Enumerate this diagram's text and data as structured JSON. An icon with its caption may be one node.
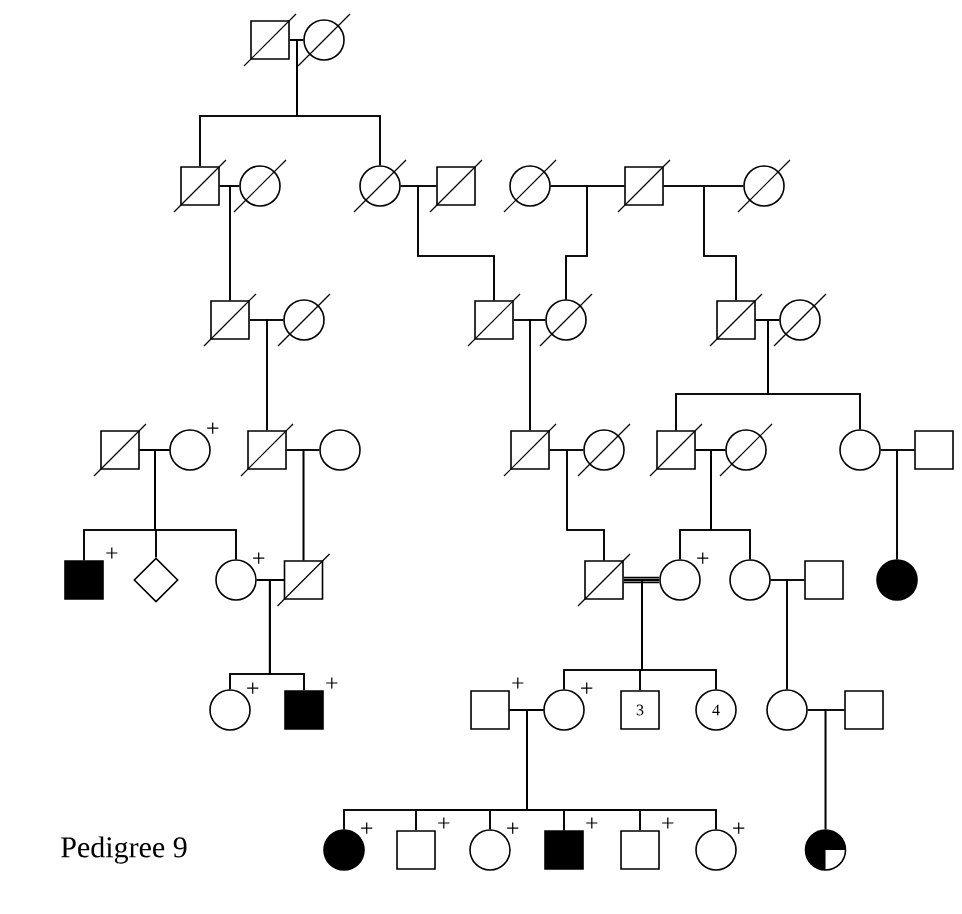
{
  "diagram": {
    "nodes": [
      {
        "text": [],
        "shape": "box"
      },
      {
        "text": [],
        "shape": "circle"
      },
      {
        "text": [],
        "shape": "box"
      },
      {
        "text": [],
        "shape": "circle"
      },
      {
        "text": [],
        "shape": "circle"
      },
      {
        "text": [],
        "shape": "box"
      },
      {
        "text": [],
        "shape": "circle"
      },
      {
        "text": [],
        "shape": "box"
      },
      {
        "text": [],
        "shape": "circle"
      },
      {
        "text": [],
        "shape": "box"
      },
      {
        "text": [],
        "shape": "circle"
      },
      {
        "text": [],
        "shape": "box"
      },
      {
        "text": [],
        "shape": "circle"
      },
      {
        "text": [],
        "shape": "box"
      },
      {
        "text": [],
        "shape": "circle"
      },
      {
        "text": [],
        "shape": "box"
      },
      {
        "text": [],
        "shape": "circle",
        "beside": [
          "+"
        ]
      },
      {
        "text": [],
        "shape": "box"
      },
      {
        "text": [],
        "shape": "circle"
      },
      {
        "text": [],
        "shape": "box"
      },
      {
        "text": [],
        "shape": "circle"
      },
      {
        "text": [],
        "shape": "box"
      },
      {
        "text": [],
        "shape": "circle"
      },
      {
        "text": [],
        "shape": "circle"
      },
      {
        "text": [],
        "shape": "box"
      },
      {
        "text": [],
        "shape": "box",
        "beside": [
          "+"
        ]
      },
      {
        "text": [],
        "shape": "diamond"
      },
      {
        "text": [],
        "shape": "circle",
        "beside": [
          "+"
        ]
      },
      {
        "text": [],
        "shape": "box"
      },
      {
        "text": [],
        "shape": "box"
      },
      {
        "text": [],
        "shape": "circle",
        "beside": [
          "+"
        ]
      },
      {
        "text": [],
        "shape": "circle"
      },
      {
        "text": [],
        "shape": "box"
      },
      {
        "text": [],
        "shape": "circle"
      },
      {
        "text": [],
        "shape": "circle",
        "beside": [
          "+"
        ]
      },
      {
        "text": [],
        "shape": "box",
        "beside": [
          "+"
        ]
      },
      {
        "text": [],
        "shape": "box",
        "beside": [
          "+"
        ]
      },
      {
        "text": [],
        "shape": "circle",
        "beside": [
          "+"
        ]
      },
      {
        "text": [
          "3"
        ]
      },
      {
        "text": [
          "4"
        ]
      },
      {
        "text": [],
        "shape": "circle"
      },
      {
        "text": [],
        "shape": "box"
      },
      {
        "text": [],
        "shape": "circle",
        "beside": [
          "+"
        ]
      },
      {
        "text": [],
        "shape": "box",
        "beside": [
          "+"
        ]
      },
      {
        "text": [],
        "shape": "circle",
        "beside": [
          "+"
        ]
      },
      {
        "text": [],
        "shape": "box",
        "beside": [
          "+"
        ]
      },
      {
        "text": [],
        "shape": "box",
        "beside": [
          "+"
        ]
      },
      {
        "text": [],
        "shape": "circle",
        "beside": [
          "+"
        ]
      },
      {
        "text": [],
        "shape": "circle"
      }
    ],
    "edges": [
      {
        "from": 0,
        "to": 1,
        "arrow": "none"
      },
      {
        "from": 2,
        "to": 3,
        "arrow": "none"
      },
      {
        "from": 4,
        "to": 5,
        "arrow": "none"
      },
      {
        "from": 6,
        "to": 7,
        "arrow": "none"
      },
      {
        "from": 7,
        "to": 8,
        "arrow": "none"
      },
      {
        "from": 9,
        "to": 10,
        "arrow": "none"
      },
      {
        "from": 11,
        "to": 12,
        "arrow": "none"
      },
      {
        "from": 13,
        "to": 14,
        "arrow": "none"
      },
      {
        "from": 15,
        "to": 16,
        "arrow": "none"
      },
      {
        "from": 17,
        "to": 18,
        "arrow": "none"
      },
      {
        "from": 19,
        "to": 20,
        "arrow": "none"
      },
      {
        "from": 21,
        "to": 22,
        "arrow": "none"
      },
      {
        "from": 23,
        "to": 24,
        "arrow": "none"
      },
      {
        "from": 27,
        "to": 28,
        "arrow": "none"
      },
      {
        "from": 29,
        "to": 30,
        "arrow": "none",
        "style": "thick"
      },
      {
        "from": 31,
        "to": 32,
        "arrow": "none"
      },
      {
        "from": 36,
        "to": 37,
        "arrow": "none"
      },
      {
        "from": 40,
        "to": 41,
        "arrow": "none"
      },
      {
        "from": 0,
        "to": 2,
        "arrow": "none"
      },
      {
        "from": 1,
        "to": 2,
        "arrow": "none"
      },
      {
        "from": 0,
        "to": 4,
        "arrow": "none"
      },
      {
        "from": 1,
        "to": 4,
        "arrow": "none"
      },
      {
        "from": 2,
        "to": 9,
        "arrow": "none"
      },
      {
        "from": 3,
        "to": 9,
        "arrow": "none"
      },
      {
        "from": 4,
        "to": 11,
        "arrow": "none"
      },
      {
        "from": 5,
        "to": 11,
        "arrow": "none"
      },
      {
        "from": 6,
        "to": 12,
        "arrow": "none"
      },
      {
        "from": 7,
        "to": 12,
        "arrow": "none"
      },
      {
        "from": 7,
        "to": 13,
        "arrow": "none"
      },
      {
        "from": 8,
        "to": 13,
        "arrow": "none"
      },
      {
        "from": 9,
        "to": 17,
        "arrow": "none"
      },
      {
        "from": 10,
        "to": 17,
        "arrow": "none"
      },
      {
        "from": 11,
        "to": 19,
        "arrow": "none"
      },
      {
        "from": 12,
        "to": 19,
        "arrow": "none"
      },
      {
        "from": 13,
        "to": 21,
        "arrow": "none"
      },
      {
        "from": 14,
        "to": 21,
        "arrow": "none"
      },
      {
        "from": 13,
        "to": 23,
        "arrow": "none"
      },
      {
        "from": 14,
        "to": 23,
        "arrow": "none"
      },
      {
        "from": 15,
        "to": 25,
        "arrow": "none"
      },
      {
        "from": 16,
        "to": 25,
        "arrow": "none"
      },
      {
        "from": 15,
        "to": 26,
        "arrow": "none"
      },
      {
        "from": 16,
        "to": 26,
        "arrow": "none"
      },
      {
        "from": 15,
        "to": 27,
        "arrow": "none"
      },
      {
        "from": 16,
        "to": 27,
        "arrow": "none"
      },
      {
        "from": 17,
        "to": 28,
        "arrow": "none"
      },
      {
        "from": 18,
        "to": 28,
        "arrow": "none"
      },
      {
        "from": 19,
        "to": 29,
        "arrow": "none"
      },
      {
        "from": 20,
        "to": 29,
        "arrow": "none"
      },
      {
        "from": 21,
        "to": 30,
        "arrow": "none"
      },
      {
        "from": 22,
        "to": 30,
        "arrow": "none"
      },
      {
        "from": 21,
        "to": 31,
        "arrow": "none"
      },
      {
        "from": 22,
        "to": 31,
        "arrow": "none"
      },
      {
        "from": 23,
        "to": 33,
        "arrow": "none"
      },
      {
        "from": 24,
        "to": 33,
        "arrow": "none"
      },
      {
        "from": 27,
        "to": 34,
        "arrow": "none"
      },
      {
        "from": 28,
        "to": 34,
        "arrow": "none"
      },
      {
        "from": 27,
        "to": 35,
        "arrow": "none"
      },
      {
        "from": 28,
        "to": 35,
        "arrow": "none"
      },
      {
        "from": 29,
        "to": 37,
        "arrow": "none"
      },
      {
        "from": 30,
        "to": 37,
        "arrow": "none"
      },
      {
        "from": 29,
        "to": 38,
        "arrow": "none"
      },
      {
        "from": 30,
        "to": 38,
        "arrow": "none"
      },
      {
        "from": 29,
        "to": 39,
        "arrow": "none"
      },
      {
        "from": 30,
        "to": 39,
        "arrow": "none"
      },
      {
        "from": 31,
        "to": 40,
        "arrow": "none"
      },
      {
        "from": 32,
        "to": 40,
        "arrow": "none"
      },
      {
        "from": 36,
        "to": 42,
        "arrow": "none"
      },
      {
        "from": 37,
        "to": 42,
        "arrow": "none"
      },
      {
        "from": 36,
        "to": 43,
        "arrow": "none"
      },
      {
        "from": 37,
        "to": 43,
        "arrow": "none"
      },
      {
        "from": 36,
        "to": 44,
        "arrow": "none"
      },
      {
        "from": 37,
        "to": 44,
        "arrow": "none"
      },
      {
        "from": 36,
        "to": 45,
        "arrow": "none"
      },
      {
        "from": 37,
        "to": 45,
        "arrow": "none"
      },
      {
        "from": 36,
        "to": 46,
        "arrow": "none"
      },
      {
        "from": 37,
        "to": 46,
        "arrow": "none"
      },
      {
        "from": 36,
        "to": 47,
        "arrow": "none"
      },
      {
        "from": 37,
        "to": 47,
        "arrow": "none"
      },
      {
        "from": 40,
        "to": 48,
        "arrow": "none"
      },
      {
        "from": 41,
        "to": 48,
        "arrow": "none"
      }
    ],
    "labels": [
      "Pedigree 9"
    ]
  }
}
